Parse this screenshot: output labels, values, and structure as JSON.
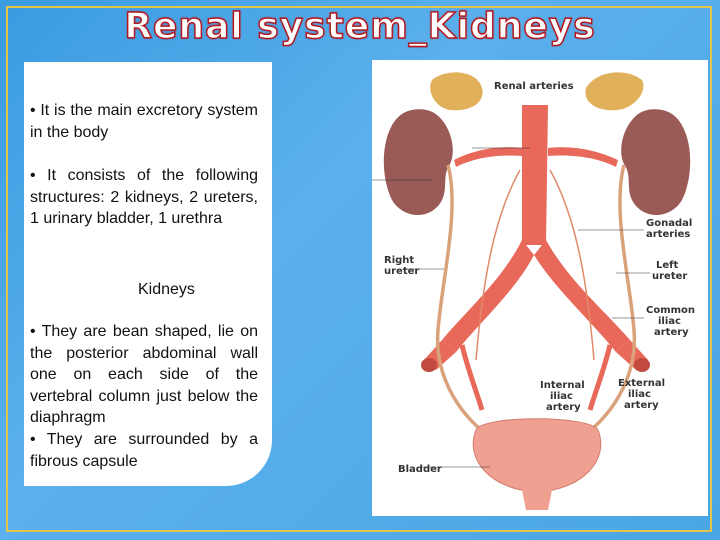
{
  "slide": {
    "title": "Renal system_Kidneys",
    "intro": "• It is the main excretory system in the body",
    "structures": "• It consists of the following structures: 2 kidneys, 2 ureters, 1 urinary bladder, 1 urethra",
    "subheading": "Kidneys",
    "kidneys_text": "• They are bean shaped, lie on the posterior abdominal wall one on each side of the vertebral column just below the diaphragm",
    "capsule_text": "• They are surrounded by a fibrous capsule"
  },
  "diagram": {
    "labels": {
      "renal_arteries": "Renal arteries",
      "gonadal_1": "Gonadal",
      "gonadal_2": "arteries",
      "right_1": "Right",
      "right_2": "ureter",
      "left_1": "Left",
      "left_2": "ureter",
      "common_1": "Common",
      "common_2": "iliac",
      "common_3": "artery",
      "internal_1": "Internal",
      "internal_2": "iliac",
      "internal_3": "artery",
      "external_1": "External",
      "external_2": "iliac",
      "external_3": "artery",
      "bladder": "Bladder"
    }
  },
  "colors": {
    "background": "#4aa6e6",
    "border": "#e2c64a",
    "title_stroke": "#b5161d",
    "kidney": "#9a5a55",
    "artery": "#e8685a",
    "ureter": "#d9a27a",
    "adrenal": "#e0b05a",
    "bladder": "#f0a090"
  }
}
